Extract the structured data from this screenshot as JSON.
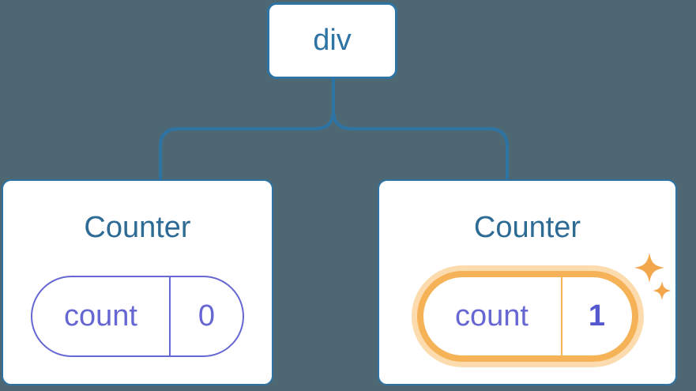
{
  "diagram": {
    "type": "component-tree",
    "background_color": "#4e6873",
    "colors": {
      "line_blue": "#2d74a4",
      "title_blue": "#2d6b94",
      "purple": "#6767d3",
      "purple_bold": "#5558ce",
      "orange": "#f5b257",
      "orange_glow": "#fcdcae",
      "sparkle_orange": "#f2a74c",
      "card_bg": "#ffffff"
    },
    "root_node": {
      "label": "div"
    },
    "children": [
      {
        "title": "Counter",
        "state_key": "count",
        "state_value": "0",
        "highlighted": false
      },
      {
        "title": "Counter",
        "state_key": "count",
        "state_value": "1",
        "highlighted": true
      }
    ],
    "icons": {
      "sparkles": "state-updated-sparkles"
    }
  }
}
